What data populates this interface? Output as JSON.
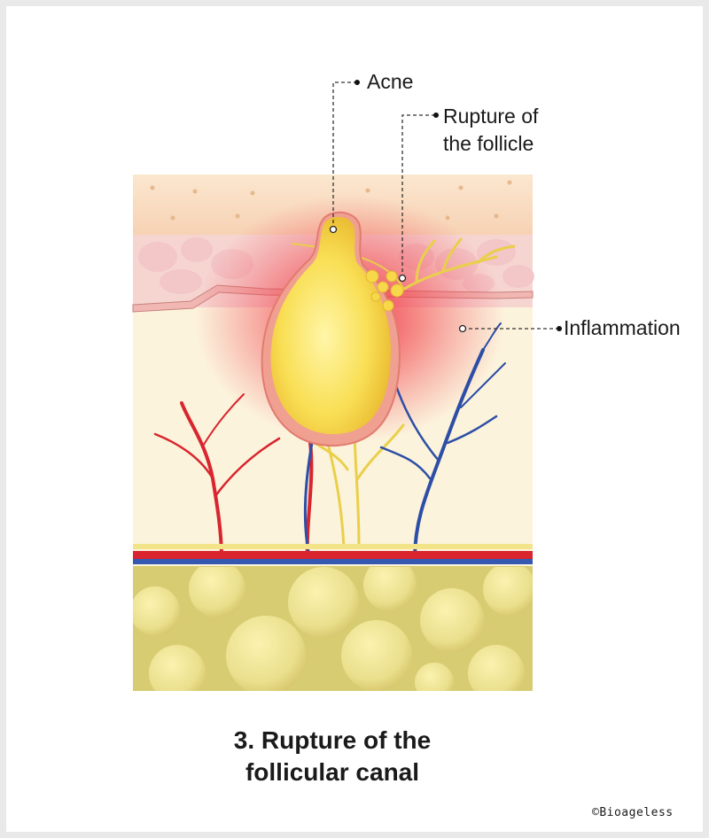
{
  "labels": {
    "acne": "Acne",
    "rupture_line1": "Rupture of",
    "rupture_line2": "the follicle",
    "inflammation": "Inflammation"
  },
  "caption": {
    "line1": "3. Rupture of the",
    "line2": "follicular canal"
  },
  "credit": "©Bioageless",
  "colors": {
    "epidermis": "#f9dfc2",
    "dermis_upper": "#f7d6d0",
    "dermis": "#fcf3dc",
    "fat": "#d8cc73",
    "acne_core": "#f8d94a",
    "inflammation": "#f02a3a",
    "artery": "#d8252e",
    "vein": "#2c4ea6",
    "nerve": "#e9cf4a"
  }
}
